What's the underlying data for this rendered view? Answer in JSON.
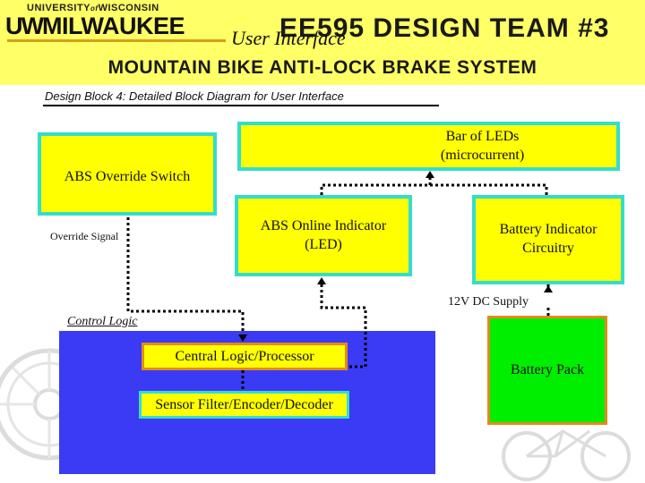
{
  "header": {
    "university": "UNIVERSITY",
    "of": "of",
    "state": "WISCONSIN",
    "uw": "UW",
    "milwaukee": "MILWAUKEE",
    "team_title": "EE595 DESIGN TEAM #3",
    "slide_subtitle": "User Interface",
    "project_title": "MOUNTAIN BIKE ANTI-LOCK BRAKE SYSTEM"
  },
  "subheading": "Design Block 4: Detailed Block Diagram for User Interface",
  "blocks": {
    "override_switch": "ABS Override Switch",
    "override_signal": "Override Signal",
    "led_bar": "Bar of LEDs (microcurrent)",
    "online_indicator": "ABS Online Indicator (LED)",
    "battery_indicator": "Battery Indicator Circuitry",
    "supply_label": "12V DC Supply",
    "control_logic": "Control Logic",
    "central_logic": "Central Logic/Processor",
    "sensor_filter": "Sensor Filter/Encoder/Decoder",
    "battery_pack": "Battery Pack"
  },
  "colors": {
    "header_bg": "#ffff66",
    "block_fill": "#ffff00",
    "block_border": "#33ddcc",
    "control_area": "#3b3bf5",
    "battery_fill": "#00ee00",
    "battery_border": "#e38a1c",
    "inner_border": "#e38a1c",
    "connector": "#000000"
  }
}
